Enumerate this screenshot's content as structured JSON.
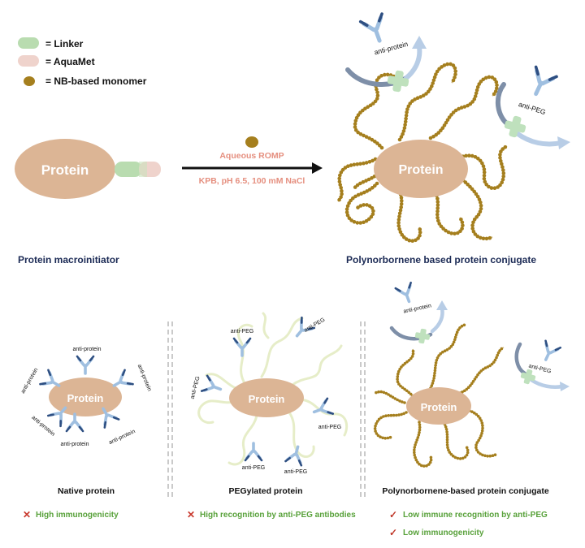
{
  "legend": {
    "linker_label": "= Linker",
    "aquamet_label": "= AquaMet",
    "monomer_label": "= NB-based monomer"
  },
  "top": {
    "macro_protein_label": "Protein",
    "conjugate_protein_label": "Protein",
    "arrow_line1": "Aqueous ROMP",
    "arrow_line2": "KPB, pH 6.5, 100 mM NaCl",
    "macroinitiator_caption": "Protein macroinitiator",
    "conjugate_caption": "Polynorbornene based protein conjugate",
    "antibody_labels": {
      "anti_protein": "anti-protein",
      "anti_peg": "anti-PEG"
    }
  },
  "panels": {
    "native": {
      "protein_label": "Protein",
      "antibody_labels": [
        "anti-protein",
        "anti-protein",
        "anti-protein",
        "anti-protein",
        "anti-protein",
        "anti-protein"
      ],
      "title": "Native protein",
      "verdicts": [
        {
          "mark": "✕",
          "text": "High immunogenicity"
        }
      ]
    },
    "pegylated": {
      "protein_label": "Protein",
      "antibody_labels": [
        "anti-PEG",
        "anti-PEG",
        "anti-PEG",
        "anti-PEG",
        "anti-PEG",
        "anti-PEG"
      ],
      "title": "PEGylated protein",
      "verdicts": [
        {
          "mark": "✕",
          "text": "High recognition by anti-PEG antibodies"
        }
      ]
    },
    "polynorbornene": {
      "protein_label": "Protein",
      "antibody_labels": [
        "anti-protein",
        "anti-PEG"
      ],
      "title": "Polynorbornene-based protein conjugate",
      "verdicts": [
        {
          "mark": "✓",
          "text": "Low immune recognition by anti-PEG"
        },
        {
          "mark": "✓",
          "text": "Low immunogenicity"
        }
      ]
    }
  },
  "colors": {
    "protein": "#dcb595",
    "linker": "#b9dcb0",
    "aquamet": "#efd3cc",
    "monomer": "#a57f1e",
    "antibody": "#9fbfe0",
    "antibody_dark": "#2e4f82",
    "arrow_light": "#b8cde6",
    "arrow_dark": "#7e8fa8",
    "peg": "#e6edc8",
    "block_cross": "#bfe1bd",
    "cross_red": "#c93a2e",
    "check_red": "#c0392b",
    "verdict_green": "#58a13a",
    "reaction_text": "#e58f7f",
    "caption": "#1b2a55"
  }
}
